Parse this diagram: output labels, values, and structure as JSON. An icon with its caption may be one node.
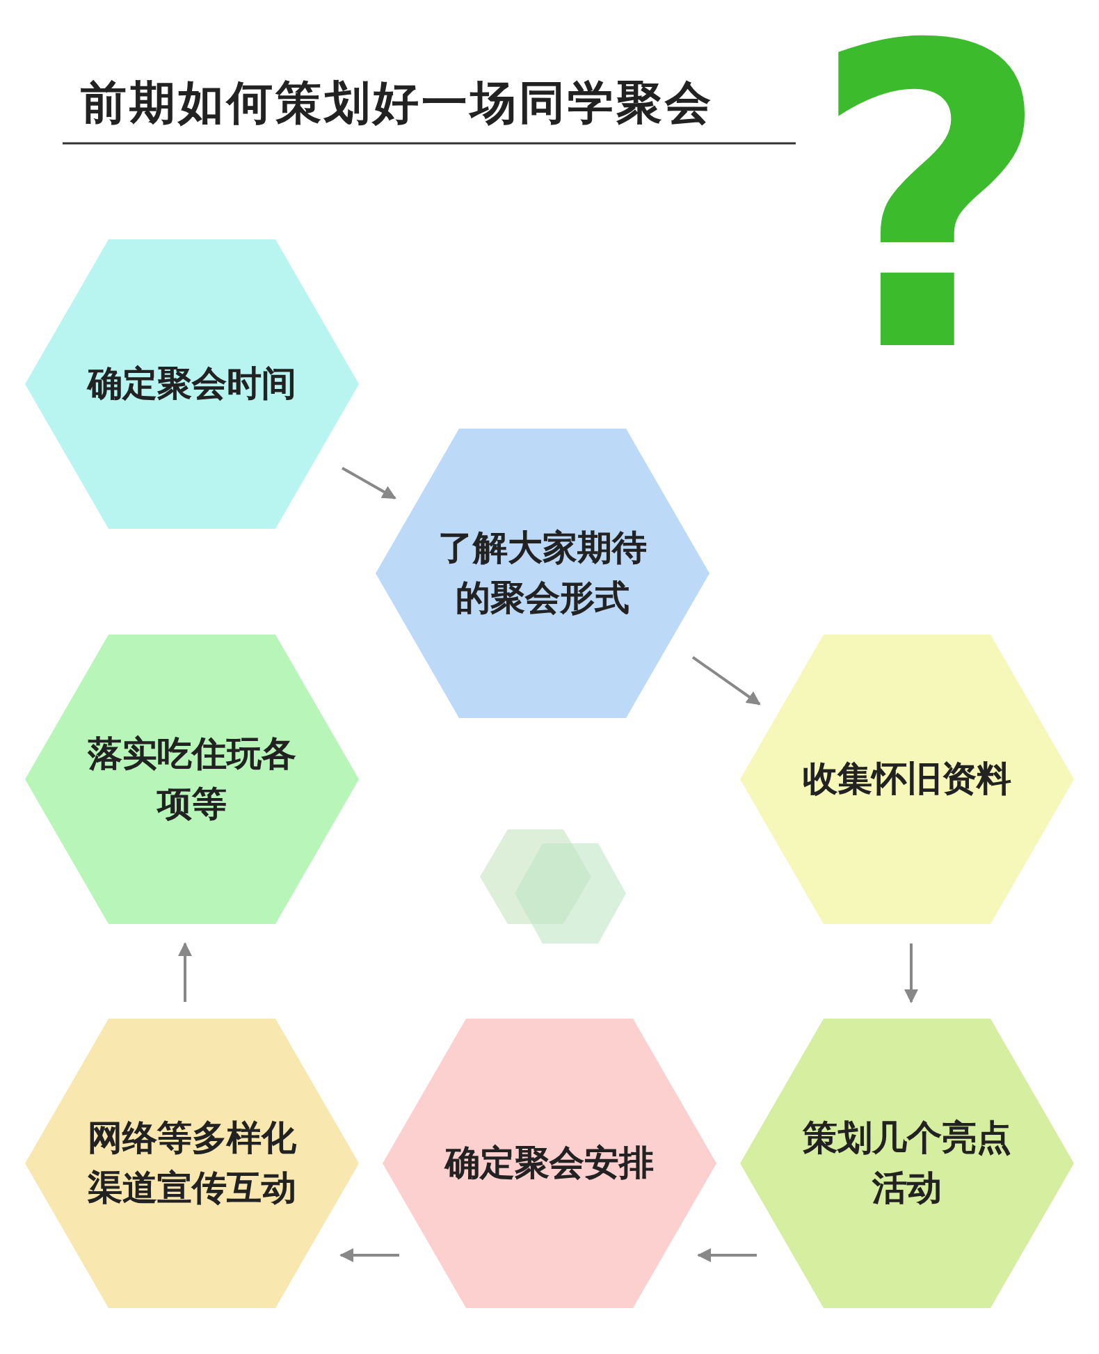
{
  "diagram": {
    "title": "前期如何策划好一场同学聚会",
    "nodes": [
      {
        "text": [
          "确定聚会时间"
        ]
      },
      {
        "text": [
          "了解大家期待的聚会形式"
        ]
      },
      {
        "text": [
          "收集怀旧资料"
        ]
      },
      {
        "text": [
          "策划几个亮点活动"
        ]
      },
      {
        "text": [
          "确定聚会安排"
        ]
      },
      {
        "text": [
          "网络等多样化渠道宣传互动"
        ]
      },
      {
        "text": [
          "落实吃住玩各项等"
        ]
      }
    ],
    "edges": [
      {
        "from": 0,
        "to": 1,
        "arrow": "to"
      },
      {
        "from": 1,
        "to": 2,
        "arrow": "to"
      },
      {
        "from": 2,
        "to": 3,
        "arrow": "to"
      },
      {
        "from": 3,
        "to": 4,
        "arrow": "to"
      },
      {
        "from": 4,
        "to": 5,
        "arrow": "to"
      },
      {
        "from": 5,
        "to": 6,
        "arrow": "to"
      }
    ],
    "labels": [
      "?"
    ]
  }
}
